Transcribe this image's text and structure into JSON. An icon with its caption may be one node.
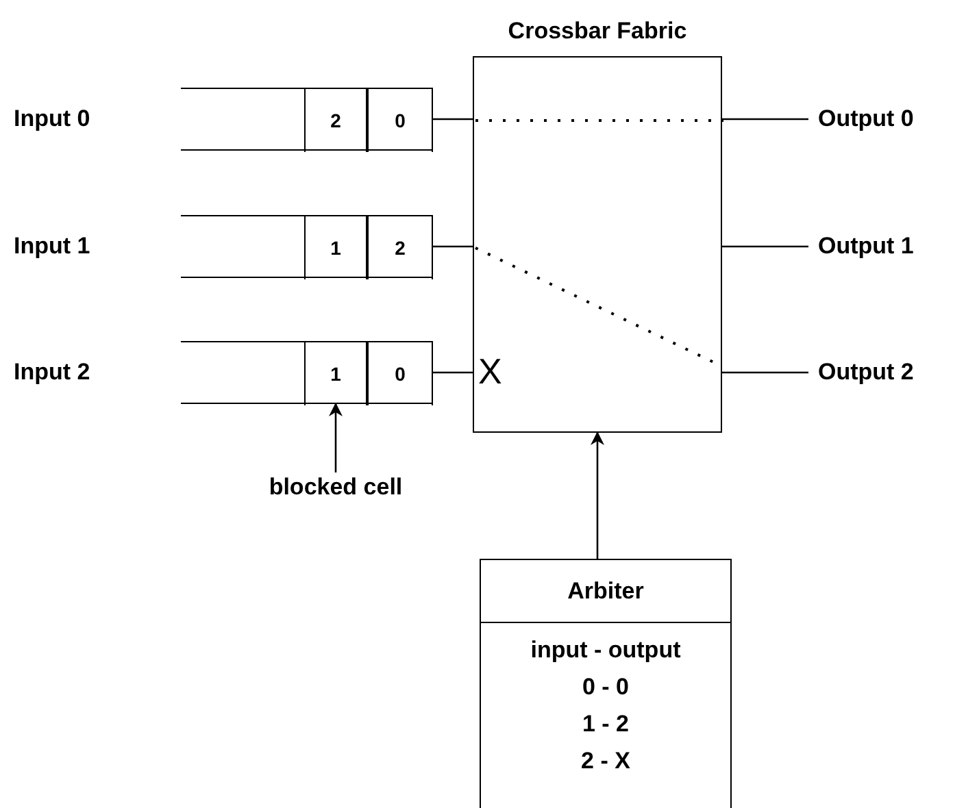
{
  "diagram": {
    "nodes": [
      {
        "text": [
          "Crossbar Fabric",
          "X"
        ]
      },
      {
        "text": [],
        "shape": "box"
      },
      {
        "text": [
          "2"
        ],
        "in": 1
      },
      {
        "text": [
          "0"
        ],
        "in": 1
      },
      {
        "text": [],
        "shape": "box"
      },
      {
        "text": [
          "1"
        ],
        "in": 4
      },
      {
        "text": [
          "2"
        ],
        "in": 4
      },
      {
        "text": [],
        "shape": "box"
      },
      {
        "text": [
          "1"
        ],
        "in": 7
      },
      {
        "text": [
          "0"
        ],
        "in": 7
      },
      {
        "text": [
          "Output 0"
        ]
      },
      {
        "text": [
          "Output 1"
        ]
      },
      {
        "text": [
          "Output 2"
        ]
      },
      {
        "text": [
          "blocked cell"
        ]
      },
      {
        "text": [
          "Arbiter",
          "input - output",
          "0 - 0",
          "1 - 2",
          "2 - X"
        ]
      }
    ],
    "edges": [
      {
        "from": 1,
        "to": 0,
        "arrow": "none"
      },
      {
        "from": 4,
        "to": 0,
        "arrow": "none"
      },
      {
        "from": 7,
        "to": 0,
        "arrow": "none"
      },
      {
        "from": 0,
        "to": 10,
        "arrow": "none"
      },
      {
        "from": 0,
        "to": 11,
        "arrow": "none"
      },
      {
        "from": 0,
        "to": 12,
        "arrow": "none"
      },
      {
        "from": 13,
        "to": 8,
        "arrow": "to"
      },
      {
        "from": 14,
        "to": 0,
        "arrow": "to"
      }
    ],
    "labels": [
      "Input 0",
      "Input 1",
      "Input 2"
    ]
  }
}
